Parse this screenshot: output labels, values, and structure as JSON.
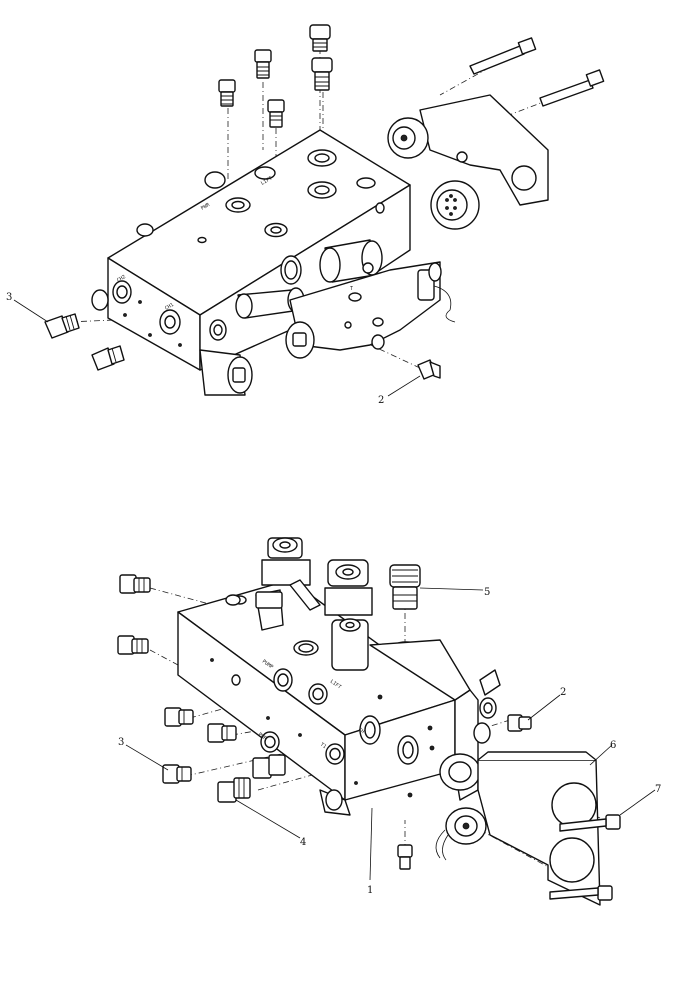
{
  "top_view": {
    "callouts": [
      {
        "id": "top-callout-3",
        "text": "3"
      },
      {
        "id": "top-callout-2",
        "text": "2"
      }
    ],
    "port_labels": [
      "CH2",
      "CH1",
      "LIFT",
      "PWR",
      "T"
    ]
  },
  "bottom_view": {
    "callouts": [
      {
        "id": "bottom-callout-5",
        "text": "5"
      },
      {
        "id": "bottom-callout-2",
        "text": "2"
      },
      {
        "id": "bottom-callout-6",
        "text": "6"
      },
      {
        "id": "bottom-callout-7",
        "text": "7"
      },
      {
        "id": "bottom-callout-3",
        "text": "3"
      },
      {
        "id": "bottom-callout-4",
        "text": "4"
      },
      {
        "id": "bottom-callout-1",
        "text": "1"
      }
    ],
    "port_labels": [
      "PUMP",
      "LIFT",
      "PWR",
      "T1",
      "CH"
    ]
  }
}
